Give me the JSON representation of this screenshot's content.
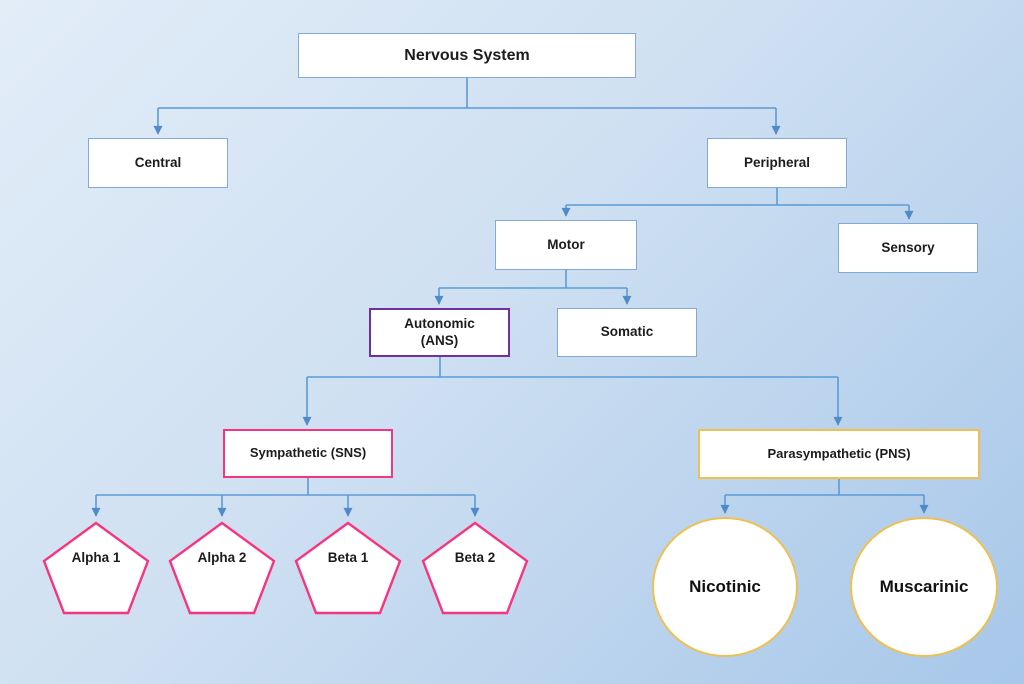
{
  "diagram": {
    "type": "hierarchy-flowchart",
    "title": "Nervous System",
    "nodes": {
      "nervous_system": {
        "label": "Nervous System",
        "shape": "rectangle",
        "border_color": "#84a9d4"
      },
      "central": {
        "label": "Central",
        "shape": "rectangle",
        "border_color": "#84a9d4"
      },
      "peripheral": {
        "label": "Peripheral",
        "shape": "rectangle",
        "border_color": "#84a9d4"
      },
      "motor": {
        "label": "Motor",
        "shape": "rectangle",
        "border_color": "#84a9d4"
      },
      "sensory": {
        "label": "Sensory",
        "shape": "rectangle",
        "border_color": "#84a9d4"
      },
      "autonomic": {
        "label": "Autonomic",
        "sublabel": "(ANS)",
        "shape": "rectangle",
        "border_color": "#7030a0"
      },
      "somatic": {
        "label": "Somatic",
        "shape": "rectangle",
        "border_color": "#84a9d4"
      },
      "sympathetic": {
        "label": "Sympathetic (SNS)",
        "shape": "rectangle",
        "border_color": "#f5367e"
      },
      "parasympathetic": {
        "label": "Parasympathetic (PNS)",
        "shape": "rectangle",
        "border_color": "#eec04f"
      },
      "alpha1": {
        "label": "Alpha 1",
        "shape": "pentagon",
        "border_color": "#f5367e"
      },
      "alpha2": {
        "label": "Alpha 2",
        "shape": "pentagon",
        "border_color": "#f5367e"
      },
      "beta1": {
        "label": "Beta 1",
        "shape": "pentagon",
        "border_color": "#f5367e"
      },
      "beta2": {
        "label": "Beta 2",
        "shape": "pentagon",
        "border_color": "#f5367e"
      },
      "nicotinic": {
        "label": "Nicotinic",
        "shape": "circle",
        "border_color": "#eec04f"
      },
      "muscarinic": {
        "label": "Muscarinic",
        "shape": "circle",
        "border_color": "#eec04f"
      }
    },
    "edges": [
      [
        "nervous_system",
        "central"
      ],
      [
        "nervous_system",
        "peripheral"
      ],
      [
        "peripheral",
        "motor"
      ],
      [
        "peripheral",
        "sensory"
      ],
      [
        "motor",
        "autonomic"
      ],
      [
        "motor",
        "somatic"
      ],
      [
        "autonomic",
        "sympathetic"
      ],
      [
        "autonomic",
        "parasympathetic"
      ],
      [
        "sympathetic",
        "alpha1"
      ],
      [
        "sympathetic",
        "alpha2"
      ],
      [
        "sympathetic",
        "beta1"
      ],
      [
        "sympathetic",
        "beta2"
      ],
      [
        "parasympathetic",
        "nicotinic"
      ],
      [
        "parasympathetic",
        "muscarinic"
      ]
    ],
    "colors": {
      "connector": "#5b9bd5",
      "arrowhead": "#4f8bc9",
      "default_box_border": "#84a9d4",
      "ans_border": "#7030a0",
      "sns_border": "#f5367e",
      "pns_border": "#eec04f",
      "shape_fill": "#ffffff",
      "background_top_left": "#e2edf8",
      "background_bottom_right": "#a7c7e9",
      "text": "#1c1c1c"
    }
  }
}
